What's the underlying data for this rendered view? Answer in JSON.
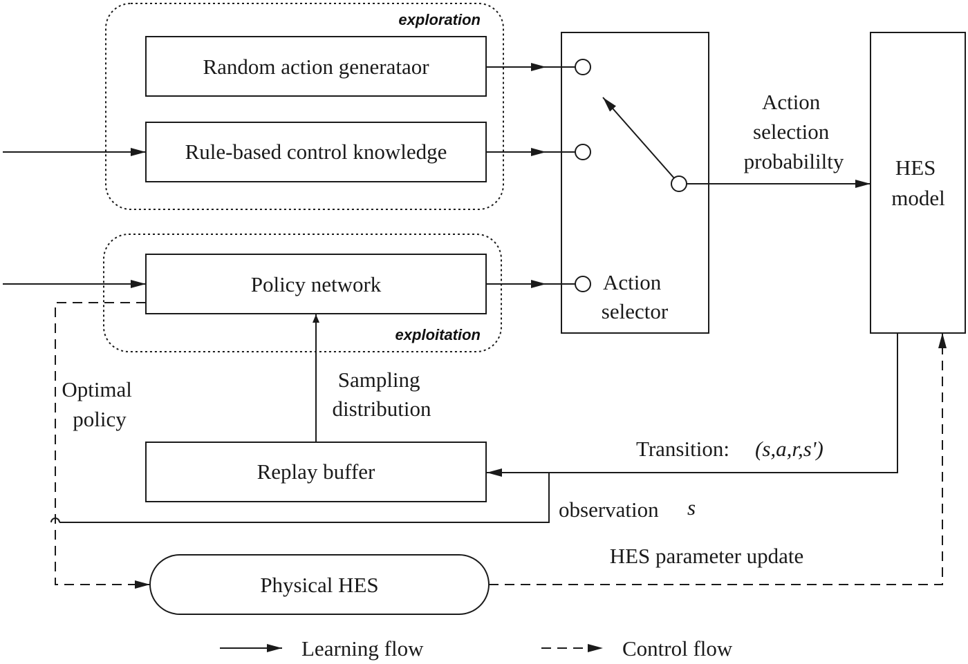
{
  "groups": {
    "exploration": "exploration",
    "exploitation": "exploitation"
  },
  "blocks": {
    "random_action": "Random action generataor",
    "rule_based": "Rule-based control knowledge",
    "policy_network": "Policy network",
    "replay_buffer": "Replay buffer",
    "physical_hes": "Physical HES",
    "action_selector": [
      "Action",
      "selector"
    ],
    "hes_model": [
      "HES",
      "model"
    ]
  },
  "labels": {
    "action_selection_probability": [
      "Action",
      "selection",
      "probabililty"
    ],
    "sampling_distribution": [
      "Sampling",
      "distribution"
    ],
    "optimal_policy": [
      "Optimal",
      "policy"
    ],
    "transition_prefix": "Transition:",
    "transition_tuple": "(s,a,r,s')",
    "observation": "observation",
    "observation_symbol": "s",
    "hes_parameter_update": "HES parameter update"
  },
  "legend": {
    "learning_flow": "Learning flow",
    "control_flow": "Control flow"
  }
}
